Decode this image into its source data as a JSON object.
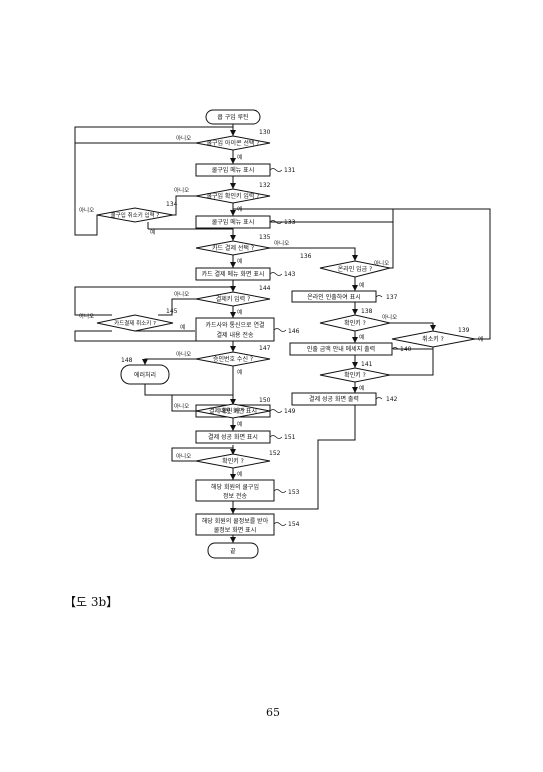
{
  "figure_label": "【도 3b】",
  "page_number": "65",
  "nodes": {
    "start": "쿱 구입 루틴",
    "d130": "쿨구입 아이콘 선택 ?",
    "p131": "쿨구입 메뉴 표시",
    "d132": "쿨구입 확인키 입력 ?",
    "d134": "쿨구입 취소키 입력 ?",
    "p133": "쿨구입 메뉴 표시",
    "d135": "카드 결제 선택 ?",
    "p143": "카드 결제 메뉴 화면 표시",
    "d144": "결제키 입력 ?",
    "d145": "카드결제 취소키 ?",
    "p146a": "카드사와 통신으로 연결",
    "p146b": "결제 내용 전송",
    "d147": "승인번호 수신 ?",
    "p148": "에러처리",
    "p149": "결제내용 화면 표시",
    "d150": "확인 키 ?",
    "p151": "결제 성공 화면 표시",
    "d152": "확인키 ?",
    "p153a": "해당 회원의 쿨구입",
    "p153b": "정보 전송",
    "p154a": "해당 회원의 쿨정보를 받아",
    "p154b": "쿨정보 화면 표시",
    "end": "끝",
    "d136": "온라인 입금 ?",
    "p137": "온라인 인출하여 표시",
    "d138": "확인키 ?",
    "d139": "취소키 ?",
    "p140": "인출 금액 안내 메세지 출력",
    "d141": "확인키 ?",
    "p142": "결제 성공 화면 출력"
  },
  "refs": {
    "r130": "130",
    "r131": "131",
    "r132": "132",
    "r133": "133",
    "r134": "134",
    "r135": "135",
    "r136": "136",
    "r137": "137",
    "r138": "138",
    "r139": "139",
    "r140": "140",
    "r141": "141",
    "r142": "142",
    "r143": "143",
    "r144": "144",
    "r145": "145",
    "r146": "146",
    "r147": "147",
    "r148": "148",
    "r149": "149",
    "r150": "150",
    "r151": "151",
    "r152": "152",
    "r153": "153",
    "r154": "154"
  },
  "labels": {
    "yes": "예",
    "no": "아니오"
  }
}
